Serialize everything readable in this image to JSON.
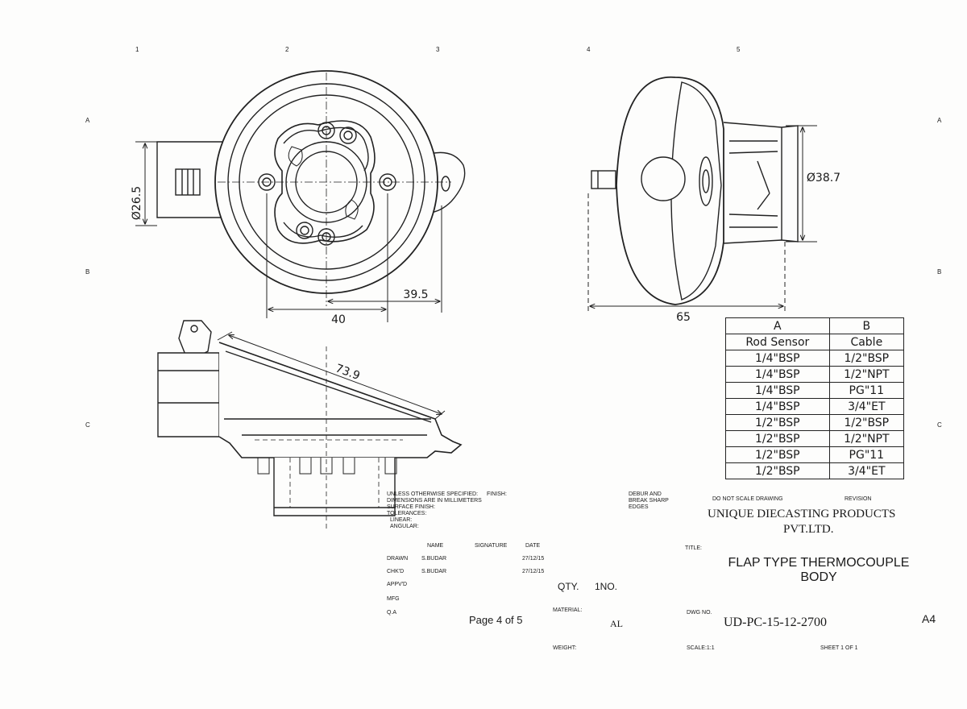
{
  "grid": {
    "columns": [
      "1",
      "2",
      "3",
      "4",
      "5"
    ],
    "rows": [
      "A",
      "B",
      "C"
    ]
  },
  "dimensions": {
    "dia_left": "Ø26.5",
    "dim_40": "40",
    "dim_39_5": "39.5",
    "dia_right": "Ø38.7",
    "dim_65": "65",
    "dim_73_9": "73.9"
  },
  "variant_table": {
    "headers": [
      "A",
      "B"
    ],
    "subheaders": [
      "Rod Sensor",
      "Cable"
    ],
    "rows": [
      [
        "1/4\"BSP",
        "1/2\"BSP"
      ],
      [
        "1/4\"BSP",
        "1/2\"NPT"
      ],
      [
        "1/4\"BSP",
        "PG\"11"
      ],
      [
        "1/4\"BSP",
        "3/4\"ET"
      ],
      [
        "1/2\"BSP",
        "1/2\"BSP"
      ],
      [
        "1/2\"BSP",
        "1/2\"NPT"
      ],
      [
        "1/2\"BSP",
        "PG\"11"
      ],
      [
        "1/2\"BSP",
        "3/4\"ET"
      ]
    ]
  },
  "title_block": {
    "unless_lines": [
      "Unless otherwise specified:",
      "Dimensions are in millimeters",
      "Surface finish:",
      "Tolerances:",
      "Linear:",
      "Angular:"
    ],
    "finish_label": "Finish:",
    "debur_lines": [
      "Debur and",
      "break sharp",
      "edges"
    ],
    "do_not_scale": "Do not scale drawing",
    "revision_label": "Revision",
    "company_line1": "UNIQUE DIECASTING PRODUCTS",
    "company_line2": "PVT.LTD.",
    "col_name": "Name",
    "col_signature": "Signature",
    "col_date": "Date",
    "roles": [
      {
        "role": "Drawn",
        "name": "S.BUDAR",
        "date": "27/12/15"
      },
      {
        "role": "Chk'd",
        "name": "S.BUDAR",
        "date": "27/12/15"
      },
      {
        "role": "Appv'd",
        "name": "",
        "date": ""
      },
      {
        "role": "Mfg",
        "name": "",
        "date": ""
      },
      {
        "role": "Q.A",
        "name": "",
        "date": ""
      }
    ],
    "title_label": "Title:",
    "title_line1": "FLAP TYPE THERMOCOUPLE",
    "title_line2": "BODY",
    "qty_label": "QTY.",
    "qty_value": "1NO.",
    "material_label": "Material:",
    "material_value": "AL",
    "dwg_no_label": "Dwg No.",
    "dwg_no": "UD-PC-15-12-2700",
    "sheet_size": "A4",
    "page_indicator": "Page 4 of 5",
    "weight_label": "Weight:",
    "scale_label": "Scale:1:1",
    "sheet_label": "Sheet 1 of 1"
  }
}
